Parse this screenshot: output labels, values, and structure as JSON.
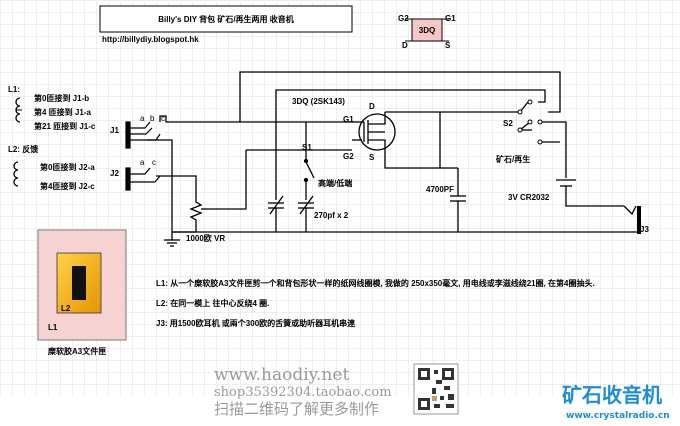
{
  "header": {
    "title": "Billy's DIY 背包 矿石/再生两用 收音机",
    "url": "http://billydiy.blogspot.hk"
  },
  "fet_symbol": {
    "name": "3DQ",
    "g2": "G2",
    "g1": "G1",
    "d": "D",
    "s": "S"
  },
  "l1": {
    "label": "L1:",
    "taps": [
      "第0匝接到 J1-b",
      "第4 匝接到 J1-a",
      "第21 匝接到 J1-c"
    ]
  },
  "l2": {
    "label": "L2: 反馈",
    "taps": [
      "第0匝接到 J2-a",
      "第4匝接到 J2-c"
    ]
  },
  "jacks": {
    "j1": "J1",
    "j1_a": "a",
    "j1_b": "b",
    "j1_c": "c",
    "j2": "J2",
    "j2_a": "a",
    "j2_c": "c",
    "j3": "J3"
  },
  "components": {
    "fet": "3DQ (2SK143)",
    "pin_g1": "G1",
    "pin_g2": "G2",
    "pin_d": "D",
    "pin_s": "S",
    "s1": "S1",
    "s1_label": "高端/低端",
    "s2": "S2",
    "s2_label": "矿石/再生",
    "vr": "1000欧 VR",
    "caps": "270pf x 2",
    "c_4700": "4700PF",
    "battery": "3V CR2032"
  },
  "notes": [
    "L1: 从一个糜软胶A3文件匣剪一个和背包形状一样的纸网线圈模, 我做的 250x350毫文, 用电线或李滋线绕21圈, 在第4圈抽头.",
    "L2: 在同一模上 往中心反绕4 圈.",
    "J3: 用1500欧耳机 或兩个300欧的舌簧或助听器耳机串連"
  ],
  "box": {
    "l1": "L1",
    "l2": "L2",
    "caption": "糜软胶A3文件匣"
  },
  "watermark": {
    "site": "www.haodiy.net",
    "shop": "shop35392304.taobao.com",
    "scan": "扫描二维码了解更多制作"
  },
  "brand": {
    "name": "矿石收音机",
    "url": "www.crystalradio.cn"
  },
  "colors": {
    "brand": "#1b8fd4",
    "box_fill": "#f7d2d2",
    "gold": "#f5a800",
    "watermark": "#9a9a9a"
  }
}
